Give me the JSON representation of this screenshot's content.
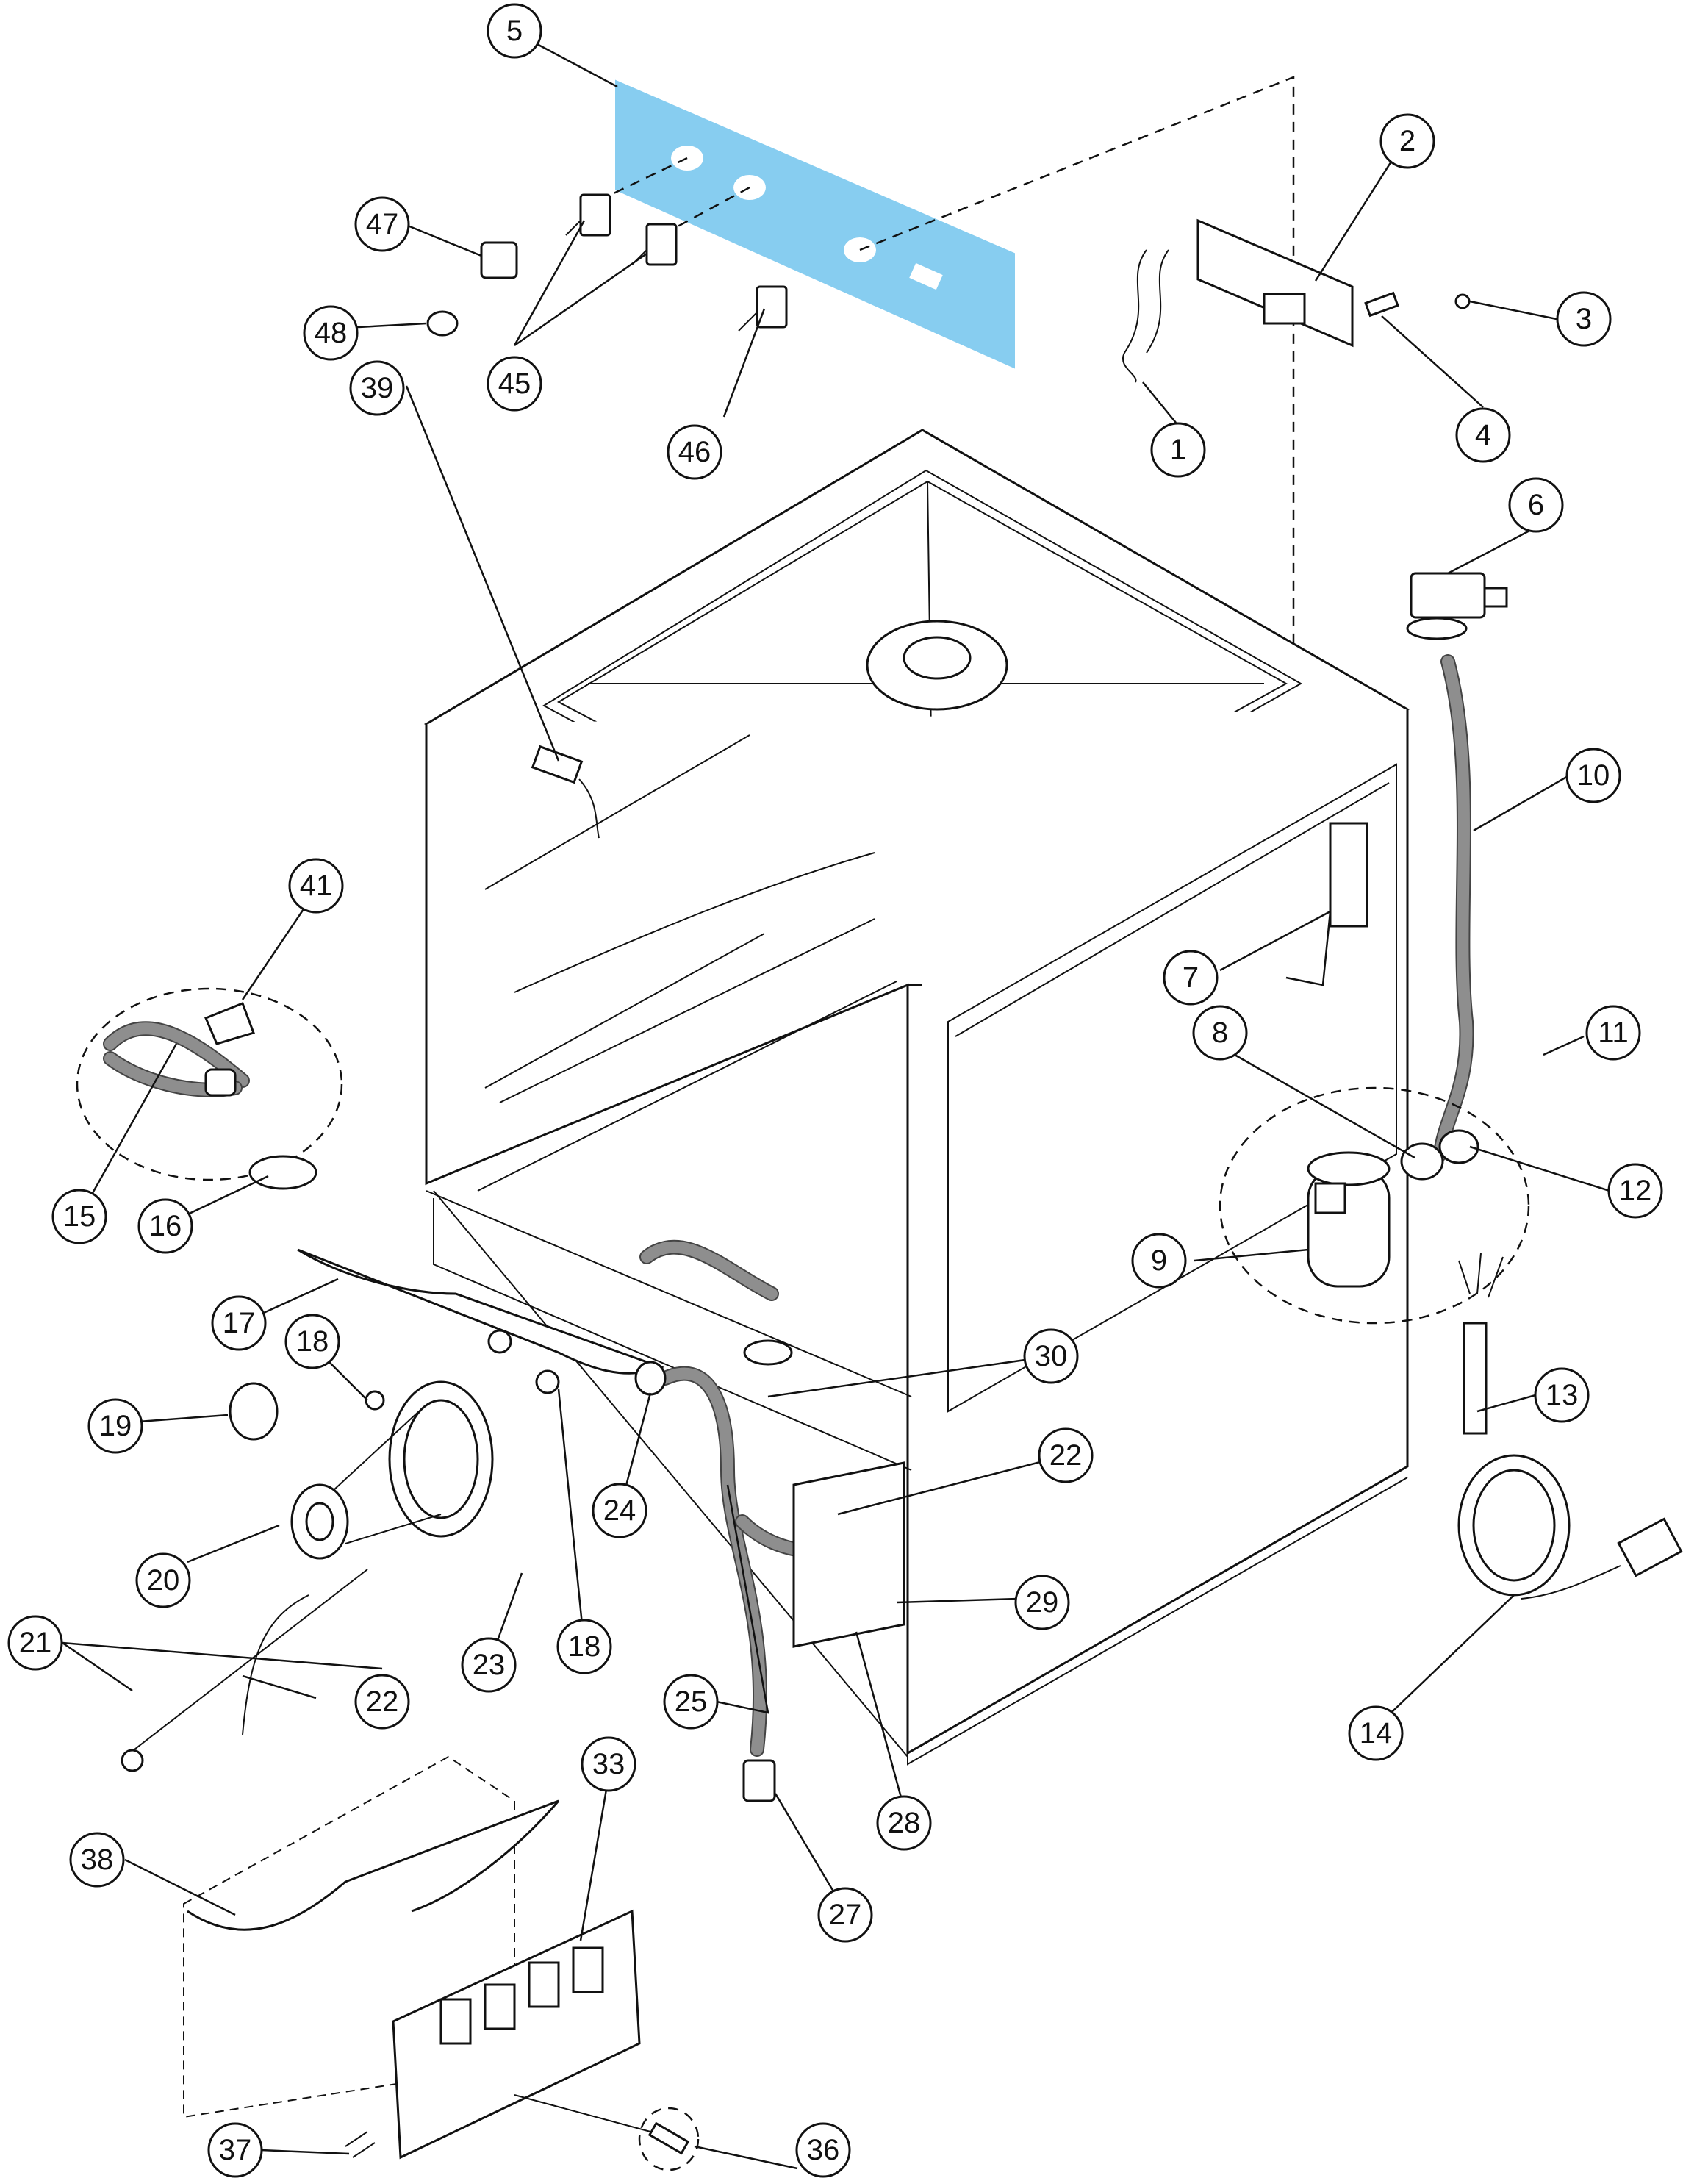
{
  "diagram": {
    "highlight_color": "#87cdf0",
    "line_color": "#111111",
    "hose_color": "#8e8e8e",
    "callouts": [
      {
        "id": "c5",
        "label": "5"
      },
      {
        "id": "c2",
        "label": "2"
      },
      {
        "id": "c3",
        "label": "3"
      },
      {
        "id": "c4",
        "label": "4"
      },
      {
        "id": "c1",
        "label": "1"
      },
      {
        "id": "c47",
        "label": "47"
      },
      {
        "id": "c48",
        "label": "48"
      },
      {
        "id": "c45",
        "label": "45"
      },
      {
        "id": "c46",
        "label": "46"
      },
      {
        "id": "c6",
        "label": "6"
      },
      {
        "id": "c39",
        "label": "39"
      },
      {
        "id": "c10",
        "label": "10"
      },
      {
        "id": "c41",
        "label": "41"
      },
      {
        "id": "c7",
        "label": "7"
      },
      {
        "id": "c8",
        "label": "8"
      },
      {
        "id": "c11",
        "label": "11"
      },
      {
        "id": "c12",
        "label": "12"
      },
      {
        "id": "c15",
        "label": "15"
      },
      {
        "id": "c16",
        "label": "16"
      },
      {
        "id": "c9",
        "label": "9"
      },
      {
        "id": "c17",
        "label": "17"
      },
      {
        "id": "c18a",
        "label": "18"
      },
      {
        "id": "c30",
        "label": "30"
      },
      {
        "id": "c13",
        "label": "13"
      },
      {
        "id": "c19",
        "label": "19"
      },
      {
        "id": "c22a",
        "label": "22"
      },
      {
        "id": "c24",
        "label": "24"
      },
      {
        "id": "c20",
        "label": "20"
      },
      {
        "id": "c29",
        "label": "29"
      },
      {
        "id": "c21",
        "label": "21"
      },
      {
        "id": "c23",
        "label": "23"
      },
      {
        "id": "c18b",
        "label": "18"
      },
      {
        "id": "c14",
        "label": "14"
      },
      {
        "id": "c22b",
        "label": "22"
      },
      {
        "id": "c25",
        "label": "25"
      },
      {
        "id": "c33",
        "label": "33"
      },
      {
        "id": "c28",
        "label": "28"
      },
      {
        "id": "c38",
        "label": "38"
      },
      {
        "id": "c27",
        "label": "27"
      },
      {
        "id": "c37",
        "label": "37"
      },
      {
        "id": "c36",
        "label": "36"
      }
    ]
  }
}
